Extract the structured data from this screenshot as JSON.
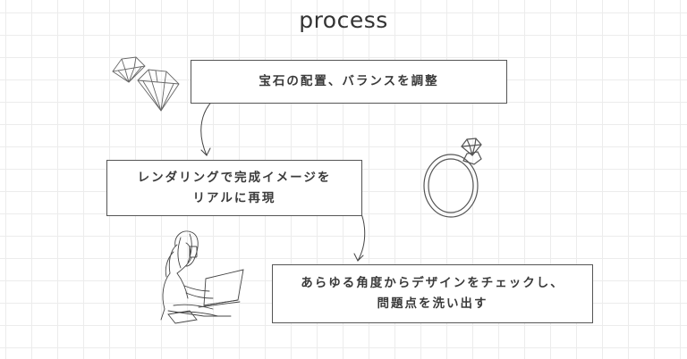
{
  "title": "process",
  "steps": [
    {
      "label": "宝石の配置、バランスを調整"
    },
    {
      "label": "レンダリングで完成イメージを\nリアルに再現"
    },
    {
      "label": "あらゆる角度からデザインをチェックし、\n問題点を洗い出す"
    }
  ],
  "icons": [
    "gem-icon",
    "ring-icon",
    "woman-laptop-icon",
    "arrow-icon"
  ],
  "colors": {
    "line": "#555555",
    "grid": "#ececec",
    "text": "#3a3a3a"
  }
}
